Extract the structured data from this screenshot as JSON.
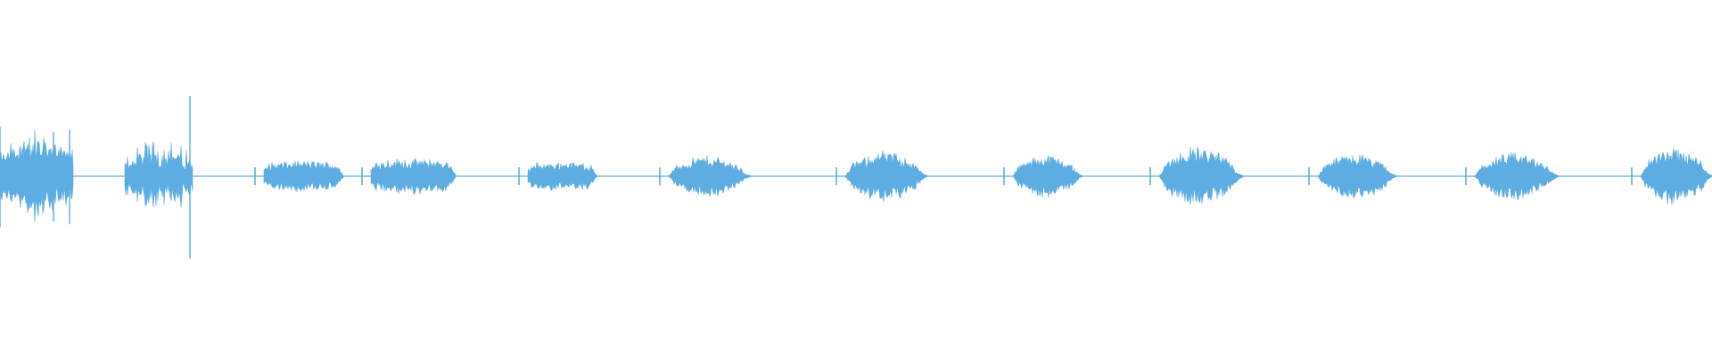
{
  "waveform": {
    "color": "#5dade2",
    "background": "#ffffff",
    "description_type": "audio-waveform",
    "clips": [
      {
        "shape": "irregular",
        "peak": 0.62,
        "mean": 0.22,
        "spikes": [
          0.62,
          0.55,
          0.58
        ]
      },
      {
        "shape": "irregular",
        "peak": 0.55,
        "mean": 0.12,
        "spikes": [
          1.0
        ]
      },
      {
        "shape": "flat",
        "peak": 0.16,
        "mean": 0.12,
        "spikes": []
      },
      {
        "shape": "flat",
        "peak": 0.2,
        "mean": 0.13,
        "spikes": []
      },
      {
        "shape": "flat",
        "peak": 0.16,
        "mean": 0.11,
        "spikes": []
      },
      {
        "shape": "swell",
        "peak": 0.22,
        "mean": 0.16,
        "spikes": []
      },
      {
        "shape": "swell",
        "peak": 0.27,
        "mean": 0.2,
        "spikes": []
      },
      {
        "shape": "swell",
        "peak": 0.24,
        "mean": 0.17,
        "spikes": []
      },
      {
        "shape": "swell",
        "peak": 0.33,
        "mean": 0.22,
        "spikes": []
      },
      {
        "shape": "swell",
        "peak": 0.24,
        "mean": 0.18,
        "spikes": []
      },
      {
        "shape": "swell",
        "peak": 0.26,
        "mean": 0.18,
        "spikes": []
      },
      {
        "shape": "swell",
        "peak": 0.32,
        "mean": 0.22,
        "spikes": []
      }
    ]
  }
}
